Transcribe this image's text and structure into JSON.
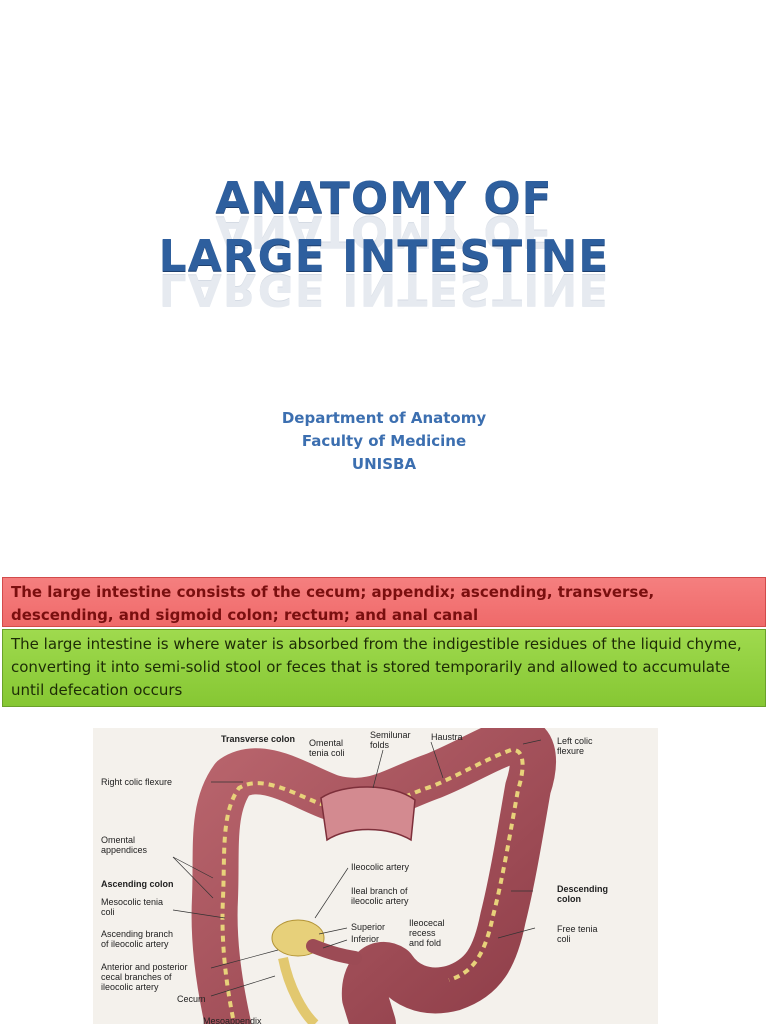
{
  "slide": {
    "title_line1": "ANATOMY OF",
    "title_line2": "LARGE INTESTINE",
    "department": [
      "Department of Anatomy",
      "Faculty of Medicine",
      "UNISBA"
    ],
    "box_red": "The large intestine consists of the cecum; appendix; ascending, transverse, descending, and sigmoid colon; rectum; and anal canal",
    "box_green": "The large intestine is where water is absorbed from the indigestible residues of the liquid chyme, converting it into semi-solid stool or feces that is stored temporarily and allowed to accumulate until defecation occurs"
  },
  "figure": {
    "labels": {
      "transverse_colon": "Transverse colon",
      "omental_tenia_coli": [
        "Omental",
        "tenia coli"
      ],
      "semilunar_folds": [
        "Semilunar",
        "folds"
      ],
      "haustra": "Haustra",
      "left_colic_flexure": [
        "Left colic",
        "flexure"
      ],
      "right_colic_flexure": "Right colic flexure",
      "omental_appendices": [
        "Omental",
        "appendices"
      ],
      "ileocolic_artery": "Ileocolic artery",
      "ascending_colon": "Ascending colon",
      "ileal_branch": [
        "Ileal branch of",
        "ileocolic artery"
      ],
      "descending_colon": [
        "Descending",
        "colon"
      ],
      "mesocolic_tenia_coli": [
        "Mesocolic tenia",
        "coli"
      ],
      "superior": "Superior",
      "inferior": "Inferior",
      "ileocecal_recess": [
        "Ileocecal",
        "recess",
        "and fold"
      ],
      "free_tenia_coli": [
        "Free tenia",
        "coli"
      ],
      "ascending_branch": [
        "Ascending branch",
        "of ileocolic artery"
      ],
      "anterior_posterior_cecal": [
        "Anterior and posterior",
        "cecal branches of",
        "ileocolic artery"
      ],
      "cecum": "Cecum",
      "mesoappendix": "Mesoappendix"
    }
  }
}
